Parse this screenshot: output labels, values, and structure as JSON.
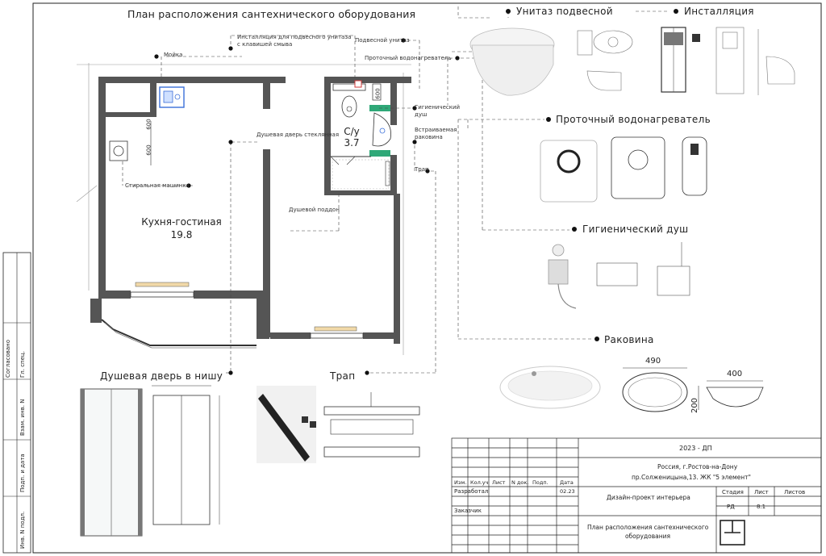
{
  "plan": {
    "title": "План расположения сантехнического оборудования",
    "labels": {
      "sink_kitchen": "Мойка",
      "installation": "Инсталляция для подвесного унитаза\nс клавишей смыва",
      "wall_toilet": "Подвесной унитаз",
      "water_heater": "Проточный водонагреватель",
      "hygienic_shower": "Гигиенический\nдуш",
      "built_in_sink": "Встраиваемая\nраковина",
      "shower_door": "Душевая дверь стеклянная",
      "washing_machine": "Стиральная машинка",
      "drain": "Трап",
      "shower_tray": "Душевой поддон"
    },
    "rooms": {
      "kitchen_name": "Кухня-гостиная",
      "kitchen_area": "19.8",
      "bath_name": "С/у",
      "bath_area": "3.7"
    },
    "dims": {
      "d1": "600",
      "d2": "600",
      "d3": "600"
    }
  },
  "sections": {
    "toilet": "Унитаз подвесной",
    "installation": "Инсталляция",
    "heater": "Проточный водонагреватель",
    "hygienic": "Гигиенический душ",
    "sink": "Раковина",
    "door": "Душевая дверь в нишу",
    "drain": "Трап"
  },
  "sink_dims": {
    "width": "490",
    "depth": "400",
    "height": "200"
  },
  "left_strip": [
    "Согласовано",
    "Гл. спец.",
    "Взам. инв. N",
    "Подп. и дата",
    "Инв. N подл."
  ],
  "title_block": {
    "code": "2023 - ДП",
    "address1": "Россия, г.Ростов-на-Дону",
    "address2": "пр.Солженицына,13. ЖК \"5 элемент\"",
    "headers": [
      "Изм.",
      "Кол.уч",
      "Лист",
      "N док.",
      "Подп.",
      "Дата"
    ],
    "developed": "Разработал",
    "date": "02.23",
    "customer": "Заказчик",
    "project": "Дизайн-проект интерьера",
    "stage_hdr": "Стадия",
    "sheet_hdr": "Лист",
    "sheets_hdr": "Листов",
    "stage": "РД",
    "sheet": "8.1",
    "sheet_title": "План расположения сантехнического\nоборудования"
  },
  "colors": {
    "line": "#222222",
    "wall": "#555555",
    "accent": "#3a6fd8",
    "red": "#d33a3a",
    "green": "#2fa878"
  }
}
